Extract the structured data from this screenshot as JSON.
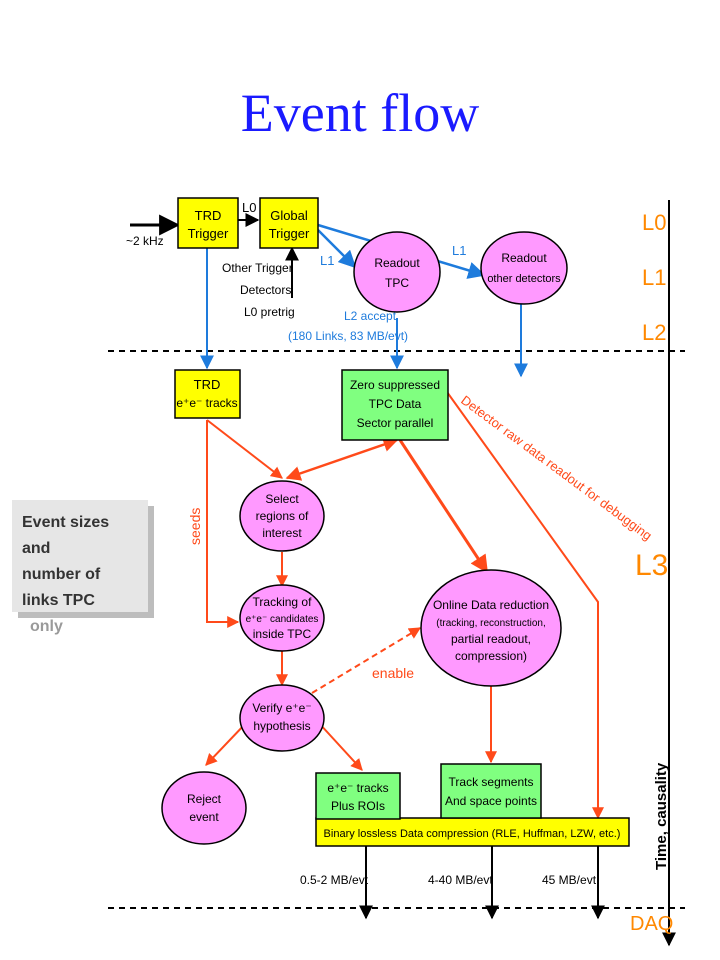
{
  "title": "Event flow",
  "nodes": {
    "trd_trigger": [
      "TRD",
      "Trigger"
    ],
    "global_trigger": [
      "Global",
      "Trigger"
    ],
    "readout_tpc": [
      "Readout",
      "TPC"
    ],
    "readout_other": [
      "Readout",
      "other detectors"
    ],
    "trd_tracks": [
      "TRD",
      "e⁺e⁻ tracks"
    ],
    "zero_suppressed": [
      "Zero suppressed",
      "TPC Data",
      "Sector parallel"
    ],
    "select_roi": [
      "Select",
      "regions of",
      "interest"
    ],
    "tracking_candidates": [
      "Tracking of",
      "e⁺e⁻ candidates",
      "inside TPC"
    ],
    "verify_hypothesis": [
      "Verify e⁺e⁻",
      "hypothesis"
    ],
    "reject_event": [
      "Reject",
      "event"
    ],
    "online_reduction": [
      "Online Data reduction",
      "(tracking, reconstruction,",
      "partial readout,",
      "compression)"
    ],
    "ee_tracks_rois": [
      "e⁺e⁻ tracks",
      "Plus ROIs"
    ],
    "track_segments": [
      "Track segments",
      "And space points"
    ],
    "compression_bar": "Binary lossless Data compression (RLE, Huffman, LZW, etc.)"
  },
  "labels": {
    "rate": "~2 kHz",
    "l0_small": "L0",
    "l1_left": "L1",
    "l1_right": "L1",
    "other_triggers": [
      "Other Trigger",
      "Detectors",
      "L0 pretrig"
    ],
    "l2_accept": [
      "L2 accept",
      "(180 Links, 83 MB/evt)"
    ],
    "detector_raw": "Detector raw data readout for debugging",
    "seeds": "seeds",
    "enable": "enable",
    "rate_1": "0.5-2 MB/evt",
    "rate_2": "4-40 MB/evt",
    "rate_3": "45 MB/evt"
  },
  "levels": {
    "l0": "L0",
    "l1": "L1",
    "l2": "L2",
    "l3": "L3",
    "daq": "DAQ",
    "time_axis": "Time, causality"
  },
  "note": [
    "Event sizes",
    "and",
    "number of",
    "links TPC",
    "only"
  ],
  "colors": {
    "title": "#1a1aff",
    "yellow": "#ffff00",
    "green": "#80ff80",
    "pink": "#ff99ff",
    "blue_arrow": "#1e7bdc",
    "red_arrow": "#ff4a1a",
    "orange_text": "#ff8800"
  }
}
